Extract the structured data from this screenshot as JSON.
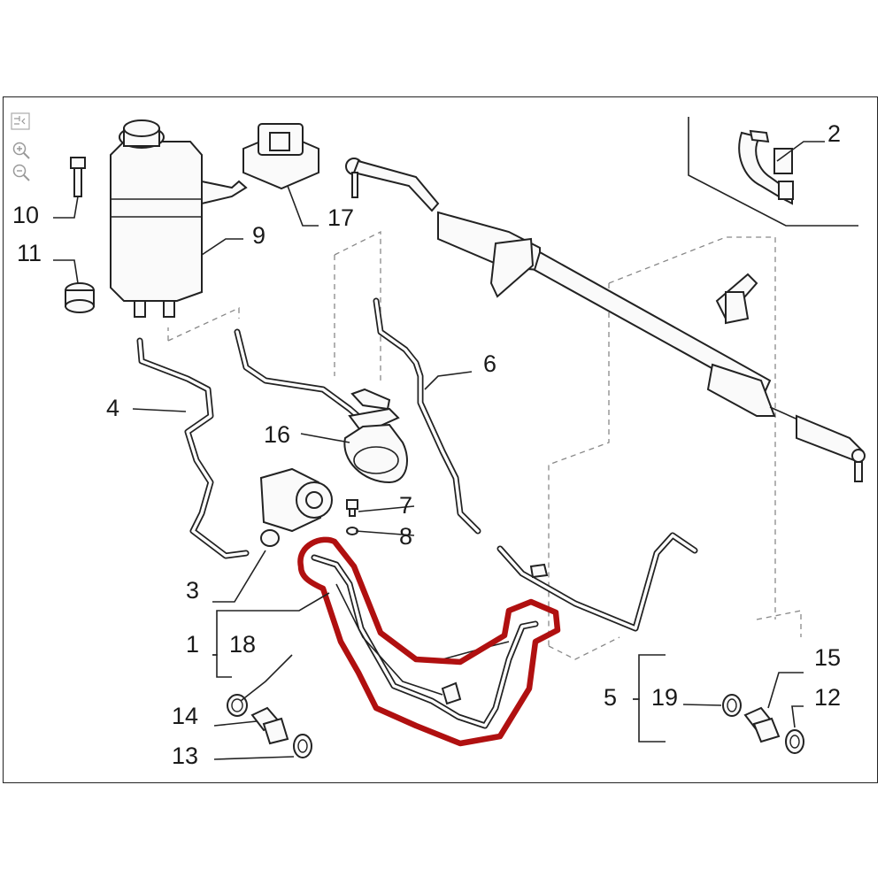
{
  "zoom_controls": {
    "fit_icon": "fit-view-icon",
    "zoom_in_icon": "zoom-in-icon",
    "zoom_out_icon": "zoom-out-icon"
  },
  "highlight_color": "#b01010",
  "callouts": {
    "c1": "1",
    "c2": "2",
    "c3": "3",
    "c4": "4",
    "c5": "5",
    "c6": "6",
    "c7": "7",
    "c8": "8",
    "c9": "9",
    "c10": "10",
    "c11": "11",
    "c12": "12",
    "c13": "13",
    "c14": "14",
    "c15": "15",
    "c16": "16",
    "c17": "17",
    "c18": "18",
    "c19": "19"
  }
}
